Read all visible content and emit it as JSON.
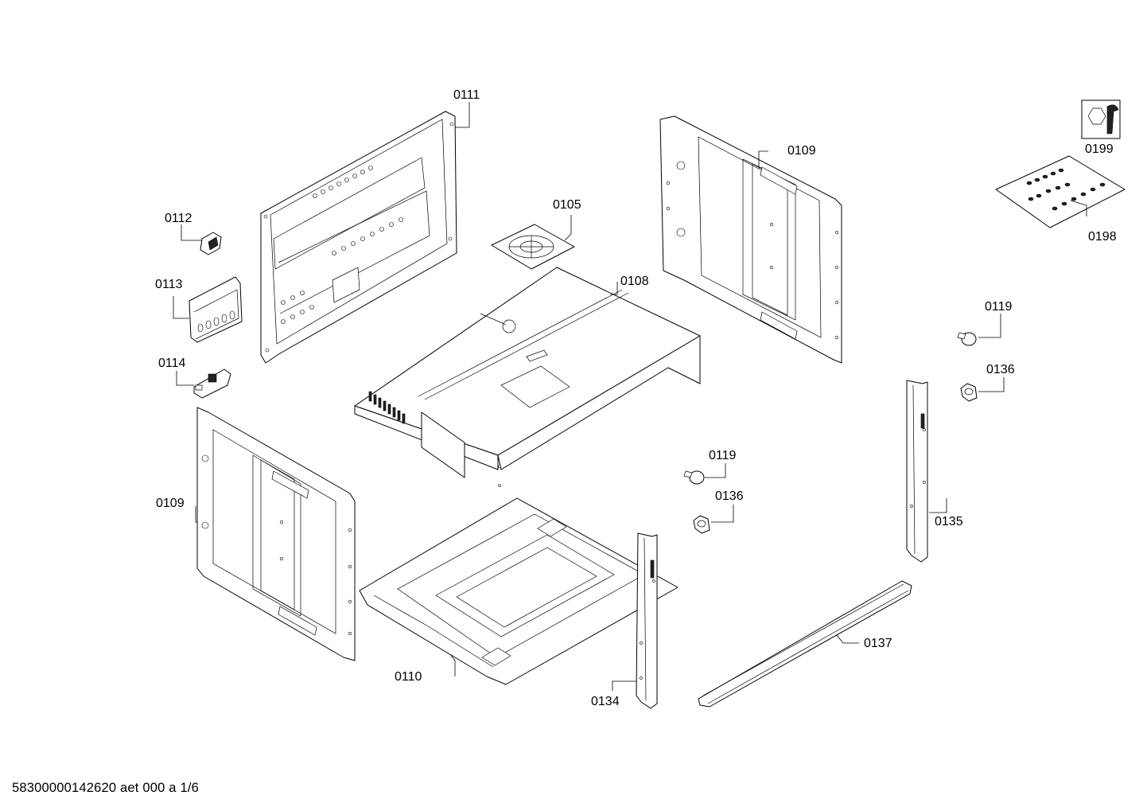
{
  "diagram": {
    "callouts": {
      "c0111": "0111",
      "c0109a": "0109",
      "c0199": "0199",
      "c0198": "0198",
      "c0112": "0112",
      "c0105": "0105",
      "c0108": "0108",
      "c0113": "0113",
      "c0119a": "0119",
      "c0114": "0114",
      "c0136a": "0136",
      "c0119b": "0119",
      "c0136b": "0136",
      "c0109b": "0109",
      "c0135": "0135",
      "c0137": "0137",
      "c0110": "0110",
      "c0134": "0134"
    }
  },
  "footer": {
    "doc_id": "58300000142620 aet 000 a 1/6"
  }
}
